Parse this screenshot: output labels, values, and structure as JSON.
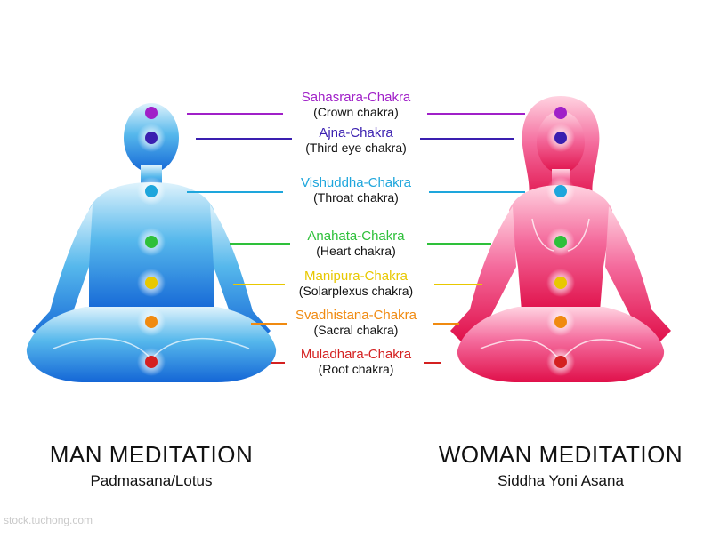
{
  "chakras": [
    {
      "name": "Sahasrara-Chakra",
      "desc": "(Crown chakra)",
      "color": "#a020c8"
    },
    {
      "name": "Ajna-Chakra",
      "desc": "(Third eye chakra)",
      "color": "#3a1fb0"
    },
    {
      "name": "Vishuddha-Chakra",
      "desc": "(Throat chakra)",
      "color": "#1ea6dc"
    },
    {
      "name": "Anahata-Chakra",
      "desc": "(Heart chakra)",
      "color": "#2ec03a"
    },
    {
      "name": "Manipura-Chakra",
      "desc": "(Solarplexus chakra)",
      "color": "#e8c800"
    },
    {
      "name": "Svadhistana-Chakra",
      "desc": "(Sacral chakra)",
      "color": "#f08a10"
    },
    {
      "name": "Muladhara-Chakra",
      "desc": "(Root chakra)",
      "color": "#d42020"
    }
  ],
  "man": {
    "title": "MAN MEDITATION",
    "subtitle": "Padmasana/Lotus"
  },
  "woman": {
    "title": "WOMAN MEDITATION",
    "subtitle": "Siddha Yoni Asana"
  },
  "colors": {
    "man_top": "#dff3fc",
    "man_mid": "#56b8ec",
    "man_bottom": "#1466d6",
    "woman_top": "#ffd3e1",
    "woman_mid": "#f46a9c",
    "woman_bottom": "#e0104a"
  },
  "watermark": "stock.tuchong.com"
}
